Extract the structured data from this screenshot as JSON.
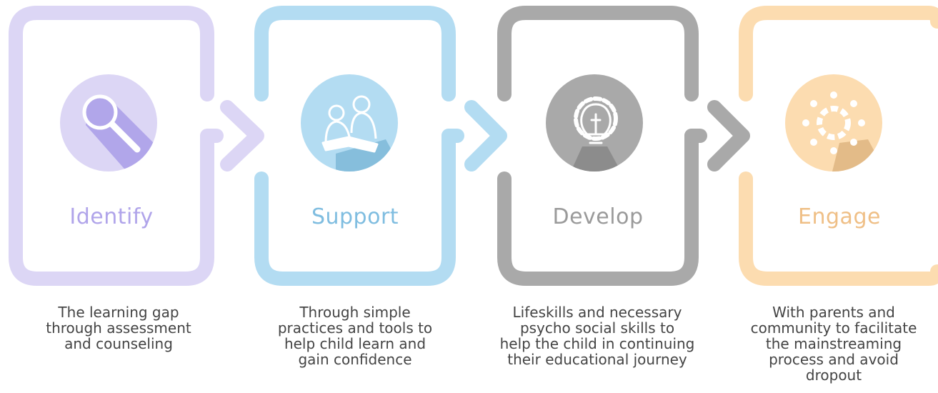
{
  "steps": [
    {
      "title": "Identify",
      "icon": "magnifying-glass-icon",
      "color": "#dcd6f5",
      "accent": "#b1a6ea",
      "title_color": "#b0a4ea",
      "description_lines": [
        "The learning gap",
        "through assessment",
        "and counseling"
      ]
    },
    {
      "title": "Support",
      "icon": "parent-child-reading-icon",
      "color": "#b3dcf2",
      "accent": "#86bedc",
      "title_color": "#7fbde0",
      "description_lines": [
        "Through simple",
        "practices and tools to",
        "help child learn and",
        "gain confidence"
      ]
    },
    {
      "title": "Develop",
      "icon": "lightbulb-gear-icon",
      "color": "#a9a9a9",
      "accent": "#8c8c8c",
      "title_color": "#9a9a9a",
      "description_lines": [
        "Lifeskills and necessary",
        "psycho social skills to",
        "help the child in continuing",
        "their educational journey"
      ]
    },
    {
      "title": "Engage",
      "icon": "community-circle-icon",
      "color": "#fcdcb0",
      "accent": "#e3bb88",
      "title_color": "#efbf86",
      "description_lines": [
        "With parents and",
        "community to facilitate",
        "the mainstreaming",
        "process and avoid",
        "dropout"
      ]
    }
  ]
}
